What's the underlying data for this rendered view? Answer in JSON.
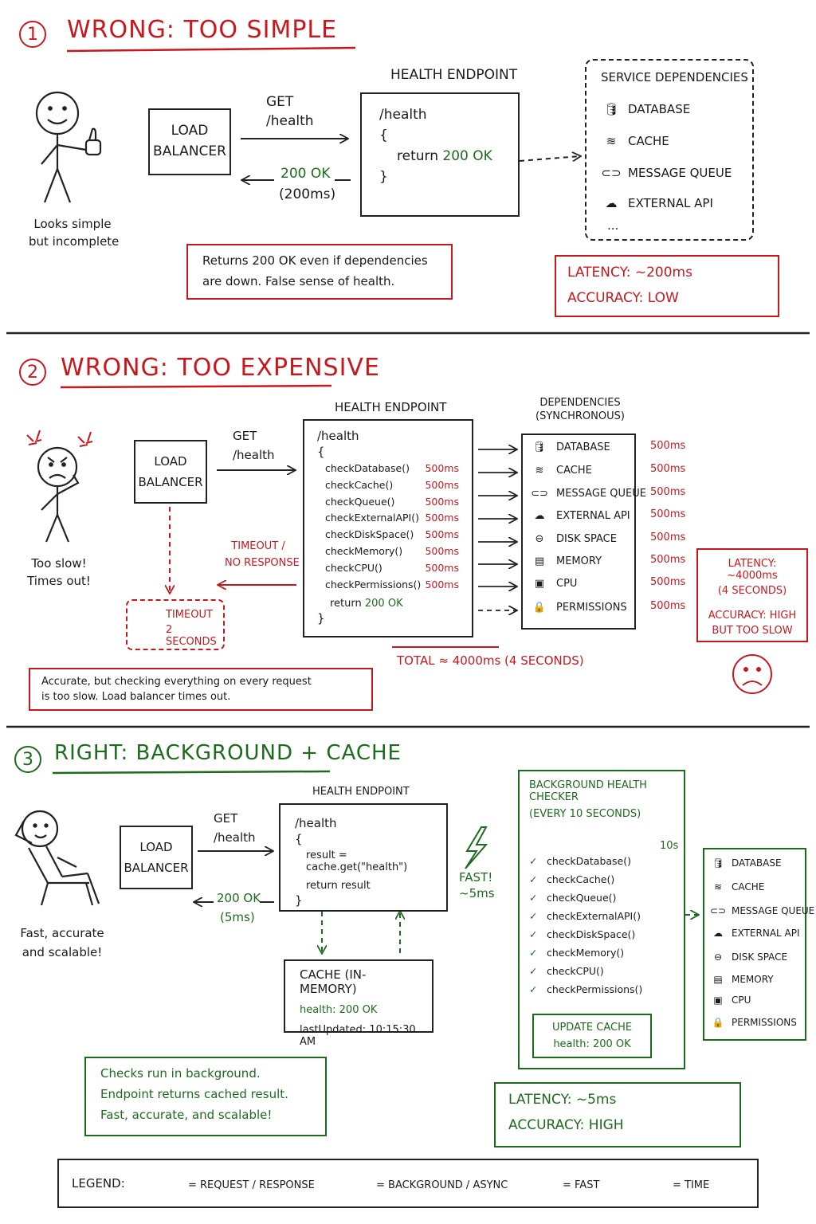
{
  "s1": {
    "num": "1",
    "title": "WRONG: TOO SIMPLE",
    "figure_caption": [
      "Looks simple",
      "but incomplete"
    ],
    "lb": [
      "LOAD",
      "BALANCER"
    ],
    "req": [
      "GET",
      "/health"
    ],
    "resp": [
      "200 OK",
      "(200ms)"
    ],
    "endpoint_title": "HEALTH ENDPOINT",
    "code": [
      "/health",
      "{",
      "return",
      "200 OK",
      "}"
    ],
    "deps_title": "SERVICE DEPENDENCIES",
    "deps": [
      {
        "icon": "database-icon",
        "label": "DATABASE"
      },
      {
        "icon": "cache-icon",
        "label": "CACHE"
      },
      {
        "icon": "queue-icon",
        "label": "MESSAGE QUEUE"
      },
      {
        "icon": "cloud-icon",
        "label": "EXTERNAL API"
      }
    ],
    "deps_more": "...",
    "note": [
      "Returns 200 OK even if dependencies",
      "are down. False sense of health."
    ],
    "latency": "LATENCY: ~200ms",
    "accuracy": "ACCURACY: LOW"
  },
  "s2": {
    "num": "2",
    "title": "WRONG: TOO EXPENSIVE",
    "figure_caption": [
      "Too slow!",
      "Times out!"
    ],
    "lb": [
      "LOAD",
      "BALANCER"
    ],
    "req": [
      "GET",
      "/health"
    ],
    "timeout_label": [
      "TIMEOUT /",
      "NO RESPONSE"
    ],
    "timeout_box": [
      "TIMEOUT",
      "2 SECONDS"
    ],
    "endpoint_title": "HEALTH ENDPOINT",
    "code_head": [
      "/health",
      "{"
    ],
    "checks": [
      {
        "fn": "checkDatabase()",
        "t": "500ms"
      },
      {
        "fn": "checkCache()",
        "t": "500ms"
      },
      {
        "fn": "checkQueue()",
        "t": "500ms"
      },
      {
        "fn": "checkExternalAPI()",
        "t": "500ms"
      },
      {
        "fn": "checkDiskSpace()",
        "t": "500ms"
      },
      {
        "fn": "checkMemory()",
        "t": "500ms"
      },
      {
        "fn": "checkCPU()",
        "t": "500ms"
      },
      {
        "fn": "checkPermissions()",
        "t": "500ms"
      }
    ],
    "code_tail": [
      "return",
      "200 OK",
      "}"
    ],
    "deps_title": [
      "DEPENDENCIES",
      "(SYNCHRONOUS)"
    ],
    "deps": [
      {
        "icon": "database-icon",
        "label": "DATABASE",
        "t": "500ms"
      },
      {
        "icon": "cache-icon",
        "label": "CACHE",
        "t": "500ms"
      },
      {
        "icon": "queue-icon",
        "label": "MESSAGE QUEUE",
        "t": "500ms"
      },
      {
        "icon": "cloud-icon",
        "label": "EXTERNAL API",
        "t": "500ms"
      },
      {
        "icon": "disk-icon",
        "label": "DISK SPACE",
        "t": "500ms"
      },
      {
        "icon": "memory-icon",
        "label": "MEMORY",
        "t": "500ms"
      },
      {
        "icon": "cpu-icon",
        "label": "CPU",
        "t": "500ms"
      },
      {
        "icon": "lock-icon",
        "label": "PERMISSIONS",
        "t": "500ms"
      }
    ],
    "total": "TOTAL ≈ 4000ms (4 SECONDS)",
    "metrics": [
      "LATENCY: ~4000ms",
      "(4 SECONDS)",
      "ACCURACY: HIGH",
      "BUT TOO SLOW"
    ],
    "note": [
      "Accurate, but checking everything on every request",
      "is too slow. Load balancer times out."
    ]
  },
  "s3": {
    "num": "3",
    "title": "RIGHT: BACKGROUND + CACHE",
    "figure_caption": [
      "Fast, accurate",
      "and scalable!"
    ],
    "lb": [
      "LOAD",
      "BALANCER"
    ],
    "req": [
      "GET",
      "/health"
    ],
    "resp": [
      "200 OK",
      "(5ms)"
    ],
    "endpoint_title": "HEALTH ENDPOINT",
    "code": [
      "/health",
      "{",
      "result = cache.get(\"health\")",
      "return result",
      "}"
    ],
    "fast": [
      "FAST!",
      "~5ms"
    ],
    "cache_box": [
      "CACHE (IN-MEMORY)",
      "health: 200 OK",
      "lastUpdated: 10:15:30 AM"
    ],
    "checker_title": [
      "BACKGROUND HEALTH CHECKER",
      "(EVERY 10 SECONDS)"
    ],
    "checker_timer": "10s",
    "checks": [
      "checkDatabase()",
      "checkCache()",
      "checkQueue()",
      "checkExternalAPI()",
      "checkDiskSpace()",
      "checkMemory()",
      "checkCPU()",
      "checkPermissions()"
    ],
    "update": [
      "UPDATE CACHE",
      "health: 200 OK"
    ],
    "deps": [
      {
        "icon": "database-icon",
        "label": "DATABASE"
      },
      {
        "icon": "cache-icon",
        "label": "CACHE"
      },
      {
        "icon": "queue-icon",
        "label": "MESSAGE QUEUE"
      },
      {
        "icon": "cloud-icon",
        "label": "EXTERNAL API"
      },
      {
        "icon": "disk-icon",
        "label": "DISK SPACE"
      },
      {
        "icon": "memory-icon",
        "label": "MEMORY"
      },
      {
        "icon": "cpu-icon",
        "label": "CPU"
      },
      {
        "icon": "lock-icon",
        "label": "PERMISSIONS"
      }
    ],
    "note": [
      "Checks run in background.",
      "Endpoint returns cached result.",
      "Fast, accurate, and scalable!"
    ],
    "latency": "LATENCY: ~5ms",
    "accuracy": "ACCURACY: HIGH"
  },
  "legend": {
    "title": "LEGEND:",
    "items": [
      "= REQUEST / RESPONSE",
      "= BACKGROUND / ASYNC",
      "= FAST",
      "= TIME"
    ]
  },
  "colors": {
    "red": "#c8181e",
    "green": "#1d6b1d",
    "ink": "#1a1a1a"
  }
}
